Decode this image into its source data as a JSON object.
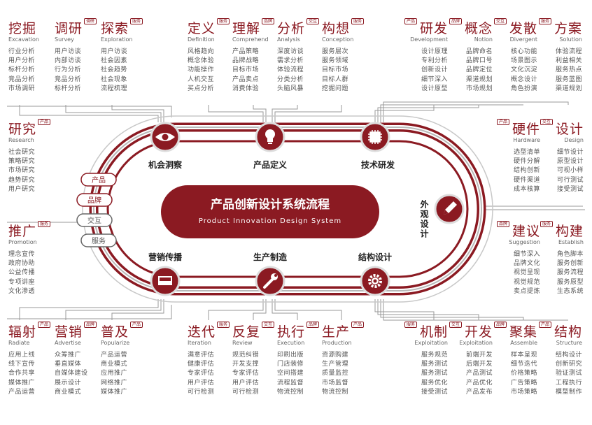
{
  "center": {
    "title": "产品创新设计系统流程",
    "subtitle": "Product Innovation Design System"
  },
  "pills": [
    "产品",
    "品牌",
    "交互",
    "服务"
  ],
  "stages": {
    "opportunity": "机会洞察",
    "product_def": "产品定义",
    "tech": "技术研发",
    "exterior": "外观设计",
    "structure": "结构设计",
    "production": "生产制造",
    "marketing": "营销传播"
  },
  "stage_icons": {
    "opportunity": "eye-icon",
    "product_def": "lightbulb-icon",
    "tech": "chip-icon",
    "exterior": "pencil-icon",
    "structure": "gear-icon",
    "production": "wrench-icon",
    "marketing": "screen-icon"
  },
  "cards": [
    {
      "title": "挖掘",
      "subtitle": "Excavation",
      "badge": "",
      "items": [
        "行业分析",
        "用户分析",
        "标杆分析",
        "竞品分析",
        "市场调研"
      ]
    },
    {
      "title": "调研",
      "subtitle": "Survey",
      "badge": "调研",
      "items": [
        "用户访谈",
        "内部访谈",
        "行为分析",
        "竞品分析",
        "标杆分析"
      ]
    },
    {
      "title": "探索",
      "subtitle": "Exploration",
      "badge": "服务",
      "items": [
        "用户访谈",
        "社会因素",
        "社会趋势",
        "社会现象",
        "流程梳理"
      ]
    },
    {
      "title": "定义",
      "subtitle": "Definition",
      "badge": "服务",
      "items": [
        "风格趋向",
        "概念体验",
        "功能操作",
        "人机交互",
        "买点分析"
      ]
    },
    {
      "title": "理解",
      "subtitle": "Comprehend",
      "badge": "品牌",
      "items": [
        "产品策略",
        "品牌战略",
        "目标市场",
        "产品卖点",
        "消费体验"
      ]
    },
    {
      "title": "分析",
      "subtitle": "Analysis",
      "badge": "交互",
      "items": [
        "深度访谈",
        "需求分析",
        "体验流程",
        "分类分析",
        "头脑风暴"
      ]
    },
    {
      "title": "构想",
      "subtitle": "Conception",
      "badge": "服务",
      "items": [
        "服务层次",
        "服务领域",
        "目标市场",
        "目标人群",
        "挖掘问题"
      ]
    },
    {
      "title": "研发",
      "subtitle": "Development",
      "badge": "产品",
      "items": [
        "设计原理",
        "专利分析",
        "创新设计",
        "细节深入",
        "设计原型"
      ]
    },
    {
      "title": "概念",
      "subtitle": "Notion",
      "badge": "品牌",
      "items": [
        "品牌命名",
        "品牌口号",
        "品牌定位",
        "渠道规划",
        "市场规划"
      ]
    },
    {
      "title": "发散",
      "subtitle": "Divergent",
      "badge": "交互",
      "items": [
        "核心功能",
        "场景图示",
        "文化沉淀",
        "概念设计",
        "角色扮演"
      ]
    },
    {
      "title": "方案",
      "subtitle": "Solution",
      "badge": "服务",
      "items": [
        "体验流程",
        "利益相关",
        "服务热点",
        "服务蓝图",
        "渠道规划"
      ]
    },
    {
      "title": "研究",
      "subtitle": "Research",
      "badge": "产品",
      "items": [
        "社会研究",
        "策略研究",
        "市场研究",
        "趋势研究",
        "用户研究"
      ]
    },
    {
      "title": "硬件",
      "subtitle": "Hardware",
      "badge": "产品",
      "items": [
        "选型清单",
        "硬件分解",
        "结构创新",
        "硬件渠道",
        "成本核算"
      ]
    },
    {
      "title": "设计",
      "subtitle": "Design",
      "badge": "交互",
      "items": [
        "细节设计",
        "原型设计",
        "可视小样",
        "可行测试",
        "接受测试"
      ]
    },
    {
      "title": "推广",
      "subtitle": "Promotion",
      "badge": "服务",
      "items": [
        "理念宣传",
        "政府协助",
        "公益传播",
        "专项讲座",
        "文化渗透"
      ]
    },
    {
      "title": "建议",
      "subtitle": "Suggestion",
      "badge": "品牌",
      "items": [
        "细节深入",
        "品牌文化",
        "视觉呈现",
        "视觉规范",
        "卖点提炼"
      ]
    },
    {
      "title": "构建",
      "subtitle": "Establish",
      "badge": "服务",
      "items": [
        "角色脚本",
        "服务创新",
        "服务流程",
        "服务原型",
        "生态系统"
      ]
    },
    {
      "title": "辐射",
      "subtitle": "Radiate",
      "badge": "产品",
      "items": [
        "应用上线",
        "线下宣传",
        "合作共享",
        "媒体推广",
        "产品运营"
      ]
    },
    {
      "title": "营销",
      "subtitle": "Advertise",
      "badge": "品牌",
      "items": [
        "众筹推广",
        "垂直媒体",
        "自媒体建设",
        "展示设计",
        "商业模式"
      ]
    },
    {
      "title": "普及",
      "subtitle": "Popularize",
      "badge": "产品",
      "items": [
        "产品运营",
        "商业模式",
        "应用推广",
        "网络推广",
        "媒体推广"
      ]
    },
    {
      "title": "迭代",
      "subtitle": "Iteration",
      "badge": "服务",
      "items": [
        "满意评估",
        "健康评估",
        "专家评估",
        "用户评估",
        "可行检测"
      ]
    },
    {
      "title": "反复",
      "subtitle": "Review",
      "badge": "交互",
      "items": [
        "规范纠错",
        "开发支撑",
        "专家评估",
        "用户评估",
        "可行检测"
      ]
    },
    {
      "title": "执行",
      "subtitle": "Execution",
      "badge": "品牌",
      "items": [
        "印刷出版",
        "门店装修",
        "空间搭建",
        "流程监督",
        "物流控制"
      ]
    },
    {
      "title": "生产",
      "subtitle": "Production",
      "badge": "产品",
      "items": [
        "资源购建",
        "生产管理",
        "质量监控",
        "市场监督",
        "物流控制"
      ]
    },
    {
      "title": "机制",
      "subtitle": "Exploitation",
      "badge": "服务",
      "items": [
        "服务规范",
        "服务测试",
        "服务测试",
        "服务优化",
        "接受测试"
      ]
    },
    {
      "title": "开发",
      "subtitle": "Exploitation",
      "badge": "交互",
      "items": [
        "前端开发",
        "后端开发",
        "产品测试",
        "产品优化",
        "产品发布"
      ]
    },
    {
      "title": "聚集",
      "subtitle": "Assemble",
      "badge": "品牌",
      "items": [
        "样本呈现",
        "细节迭代",
        "价格策略",
        "广告策略",
        "市场策略"
      ]
    },
    {
      "title": "结构",
      "subtitle": "Structure",
      "badge": "产品",
      "items": [
        "结构设计",
        "创新研究",
        "验证测试",
        "工程执行",
        "模型制作"
      ]
    }
  ]
}
